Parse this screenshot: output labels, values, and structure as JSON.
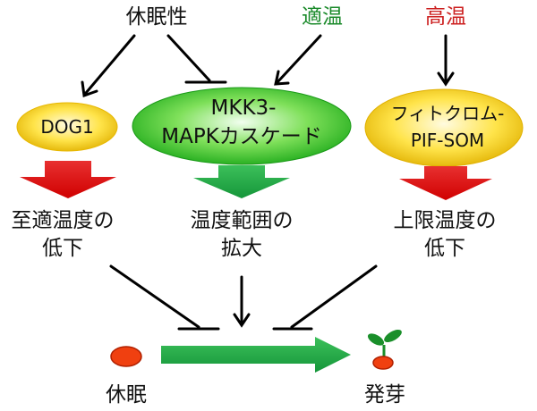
{
  "top": {
    "dormancy": "休眠性",
    "optimal_temp": "適温",
    "high_temp": "高温"
  },
  "nodes": {
    "dog1": "DOG1",
    "mkk3_line1": "MKK3-",
    "mkk3_line2": "MAPKカスケード",
    "phy_line1": "フィトクロム-",
    "phy_line2": "PIF-SOM"
  },
  "effects": {
    "left_line1": "至適温度の",
    "left_line2": "低下",
    "center_line1": "温度範囲の",
    "center_line2": "拡大",
    "right_line1": "上限温度の",
    "right_line2": "低下"
  },
  "bottom": {
    "dormant": "休眠",
    "germination": "発芽"
  },
  "colors": {
    "optimal_temp_text": "#1a8a2a",
    "high_temp_text": "#cc1f1f",
    "yellow_node": "#f5c800",
    "green_node": "#22c21c",
    "red_arrow": "#dd1111",
    "green_arrow": "#22aa44",
    "seed": "#f04010",
    "leaf": "#1a8f2a"
  }
}
